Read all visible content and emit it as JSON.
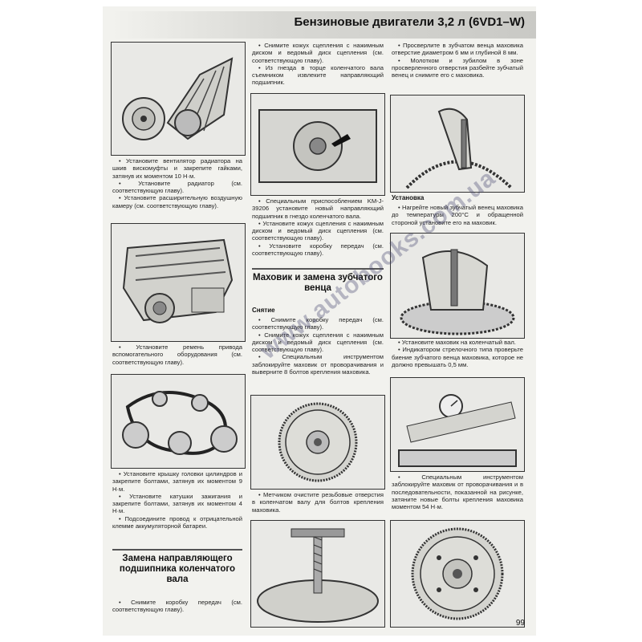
{
  "header": {
    "title": "Бензиновые двигатели 3,2 л (6VD1–W)"
  },
  "page_number": "99",
  "watermark": "www.autobooks.com.ua",
  "col1": {
    "p1": [
      "• Установите вентилятор радиатора на шкив вискомуфты и закрепите гайками, затянув их моментом 10 Н·м.",
      "• Установите радиатор (см. соответствующую главу).",
      "• Установите расширительную воздушную камеру (см. соответствующую главу)."
    ],
    "p2": [
      "• Установите ремень привода вспомогательного оборудования (см. соответствующую главу)."
    ],
    "p3": [
      "• Установите крышку головки цилиндров и закрепите болтами, затянув их моментом 9 Н·м.",
      "• Установите катушки зажигания и закрепите болтами, затянув их моментом 4 Н·м.",
      "• Подсоедините провод к отрицательной клемме аккумуляторной батареи."
    ],
    "heading": "Замена направляющего подшипника коленчатого вала",
    "p4": [
      "• Снимите коробку передач (см. соответствующую главу)."
    ]
  },
  "col2": {
    "p1": [
      "• Снимите кожух сцепления с нажимным диском и ведомый диск сцепления (см. соответствующую главу).",
      "• Из гнезда в торце коленчатого вала съемником извлеките направляющий подшипник."
    ],
    "p2": [
      "• Специальным приспособлением KM-J-39206 установите новый направляющий подшипник в гнездо коленчатого вала.",
      "• Установите кожух сцепления с нажимным диском и ведомый диск сцепления (см. соответствующую главу).",
      "• Установите коробку передач (см. соответствующую главу)."
    ],
    "heading": "Маховик и замена зубчатого венца",
    "sub": "Снятие",
    "p3": [
      "• Снимите коробку передач (см. соответствующую главу).",
      "• Снимите кожух сцепления с нажимным диском и ведомый диск сцепления (см. соответствующую главу).",
      "• Специальным инструментом заблокируйте маховик от проворачивания и выверните 8 болтов крепления маховика."
    ],
    "p4": [
      "• Метчиком очистите резьбовые отверстия в коленчатом валу для болтов крепления маховика."
    ]
  },
  "col3": {
    "p1": [
      "• Просверлите в зубчатом венца маховика отверстие диаметром 6 мм и глубиной 8 мм.",
      "• Молотком и зубилом в зоне просверленного отверстия разбейте зубчатый венец и снимите его с маховика."
    ],
    "sub": "Установка",
    "p2": [
      "• Нагрейте новый зубчатый венец маховика до температуры 200°С и обращенной стороной установите его на маховик."
    ],
    "p3": [
      "• Установите маховик на коленчатый вал.",
      "• Индикатором стрелочного типа проверьте биение зубчатого венца маховика, которое не должно превышать 0,5 мм."
    ],
    "p4": [
      "• Специальным инструментом заблокируйте маховик от проворачивания и в последовательности, показанной на рисунке, затяните новые болты крепления маховика моментом 54 Н·м."
    ]
  }
}
